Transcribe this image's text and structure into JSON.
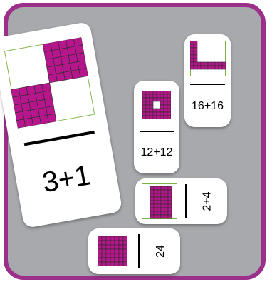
{
  "colors": {
    "frame_border": "#9c2f8a",
    "frame_fill": "#a7a9ac",
    "tile": "#ffffff",
    "shade": "#b5168c",
    "grid_line": "#2a2a2a",
    "outline": "#7cb342"
  },
  "dominoes": [
    {
      "name": "domino-3-plus-1",
      "label": "3+1"
    },
    {
      "name": "domino-16-plus-16",
      "label": "16+16"
    },
    {
      "name": "domino-12-plus-12",
      "label": "12+12"
    },
    {
      "name": "domino-2-plus-4",
      "label": "2+4"
    },
    {
      "name": "domino-24",
      "label": "24"
    }
  ]
}
